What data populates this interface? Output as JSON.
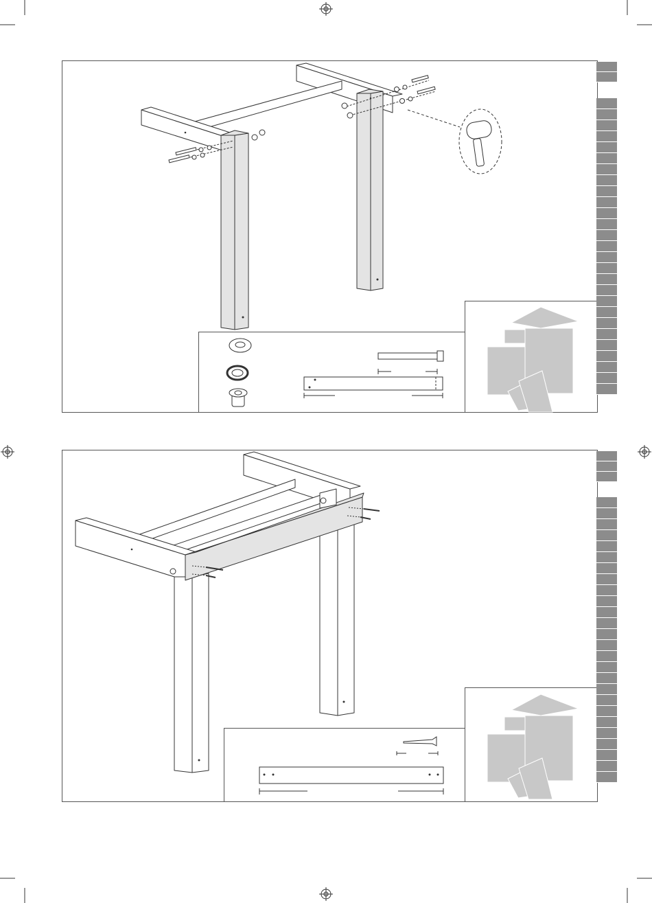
{
  "colors": {
    "line": "#333333",
    "wood_highlight": "#e4e4e4",
    "tab_gray": "#8c8c8c",
    "playhouse_gray": "#c8c8c8"
  },
  "icons": {
    "registration_mark": "registration-mark-icon",
    "mallet": "mallet-icon",
    "washer": "washer-icon",
    "spring_washer": "spring-washer-icon",
    "t_nut": "t-nut-icon",
    "bolt": "bolt-icon",
    "screw": "screw-icon"
  },
  "steps": [
    {
      "id": "step-1",
      "parts": [
        "washer",
        "spring-washer",
        "t-nut",
        "bolt",
        "beam"
      ]
    },
    {
      "id": "step-2",
      "parts": [
        "screw",
        "beam"
      ]
    }
  ]
}
